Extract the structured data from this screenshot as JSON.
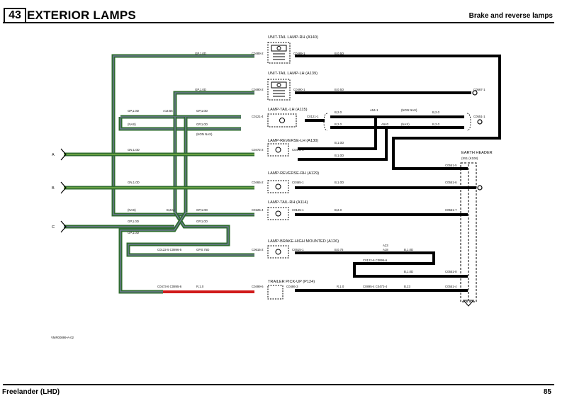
{
  "header": {
    "section_number": "43",
    "section_title": "EXTERIOR LAMPS",
    "page_subtitle": "Brake and reverse lamps"
  },
  "footer": {
    "vehicle": "Freelander (LHD)",
    "page_number": "85"
  },
  "diagram": {
    "inputs": [
      "A",
      "B",
      "C"
    ],
    "components": {
      "tail_rh_a140": "UNIT-TAIL LAMP-RH (A140)",
      "tail_lh_a139": "UNIT-TAIL LAMP-LH (A139)",
      "lamp_tail_lh_a115": "LAMP-TAIL-LH (A115)",
      "rev_lh_a130": "LAMP-REVERSE-LH (A130)",
      "rev_rh_a129": "LAMP-REVERSE-RH (A129)",
      "lamp_tail_rh_a114": "LAMP-TAIL-RH (A114)",
      "brake_high_a126": "LAMP-BRAKE-HIGH MOUNTED (A126)",
      "trailer_p124": "TRAILER PICK-UP (P124)",
      "earth_header": "EARTH HEADER",
      "earth_header_id": "(S51 (K108)"
    },
    "labels": {
      "nas": "(NAS)",
      "non_nas": "(NON NAS)",
      "gp_10": "GP,1.0D",
      "gn_10": "GN,1.0D",
      "b_05": "B,0.5D",
      "b_10": "B,1.0D",
      "b_20": "B,2.0",
      "gp_075": "GP,0.75D",
      "r_10": "R,1.0",
      "b_075": "B,0.75",
      "b_23": "B,23",
      "a1456": "A14:56",
      "b224": "B,224",
      "a541": "A54-1",
      "a540": "A540",
      "a23": "A23",
      "a18": "A18",
      "c0489_2": "C0489-2",
      "c0489_1": "C0489-1",
      "c0490_2": "C0490-2",
      "c0490_1": "C0490-1",
      "c0121_4": "C0121-4",
      "c0121_1": "C0121-1",
      "c0472_2": "C0472-2",
      "c0472_1": "C0472-1",
      "c0465_2": "C0465-2",
      "c0465_1": "C0465-1",
      "c0125_4": "C0125-4",
      "c0125_1": "C0125-1",
      "c0615_2": "C0615-2",
      "c0615_1": "C0615-1",
      "c0122_5": "C0122-5 C0896-5",
      "c0122_6": "C0122-6 C0896-6",
      "c0473_6": "C0473-6 C0895-6",
      "c0499_6": "C0499-6",
      "c0486_3": "C0486-3",
      "c0895_4": "C0895-4 C0473-4",
      "c0567_1": "C0567-1",
      "c0551_1": "C0551-1",
      "c0551_5": "C0551-5",
      "c0551_6": "C0551-6",
      "c0551_7": "C0551-7",
      "c0551_8": "C0551-8",
      "c0551_4": "C0551-4",
      "c0551_9": "C0551-9",
      "figure_ref": "VMR00899-A-02"
    }
  }
}
